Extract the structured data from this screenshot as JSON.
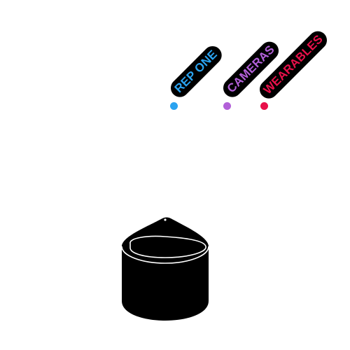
{
  "categories": [
    {
      "label": "REP ONE",
      "color": "#2aa3f0"
    },
    {
      "label": "CAMERAS",
      "color": "#b260d8"
    },
    {
      "label": "WEARABLES",
      "color": "#e8104a"
    }
  ],
  "device": {
    "icon": "smart-speaker-device-icon",
    "body_color": "#000000",
    "outline_color": "#ffffff"
  }
}
